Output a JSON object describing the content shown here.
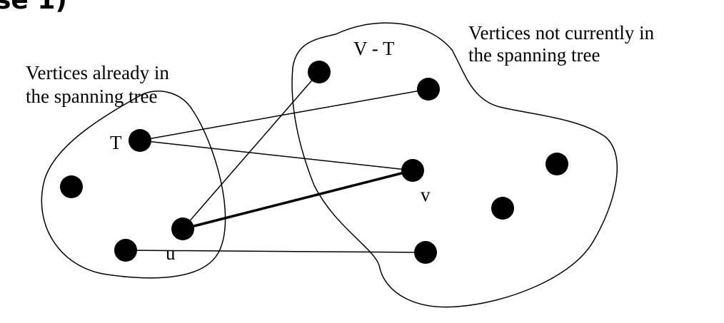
{
  "header_fragment": "se 1)",
  "labels": {
    "t_group": "Vertices already in\nthe spanning tree",
    "vt_group": "Vertices not currently in\nthe spanning tree",
    "t_name": "T",
    "vt_name": "V - T",
    "u": "u",
    "v": "v"
  },
  "colors": {
    "ink": "#000000",
    "background": "#ffffff"
  }
}
